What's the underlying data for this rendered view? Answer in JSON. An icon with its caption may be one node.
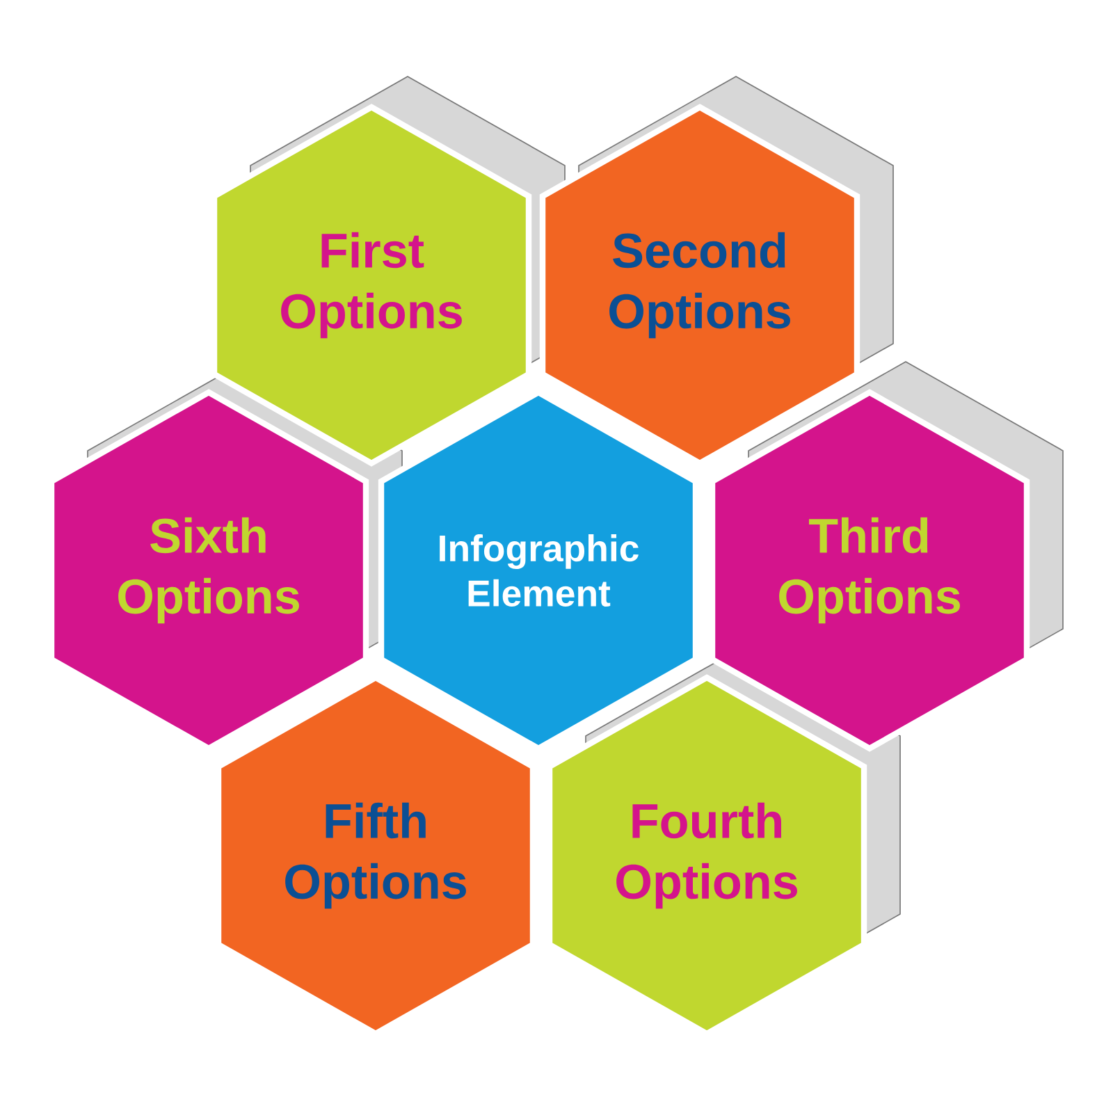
{
  "diagram": {
    "nodes": [
      {
        "text": [
          "First Options"
        ]
      },
      {
        "text": [
          "Second Options"
        ]
      },
      {
        "text": [
          "Sixth Options"
        ]
      },
      {
        "text": [
          "Infographic Element"
        ]
      },
      {
        "text": [
          "Third Options"
        ]
      },
      {
        "text": [
          "Fifth Options"
        ]
      },
      {
        "text": [
          "Fourth Options"
        ]
      }
    ]
  }
}
